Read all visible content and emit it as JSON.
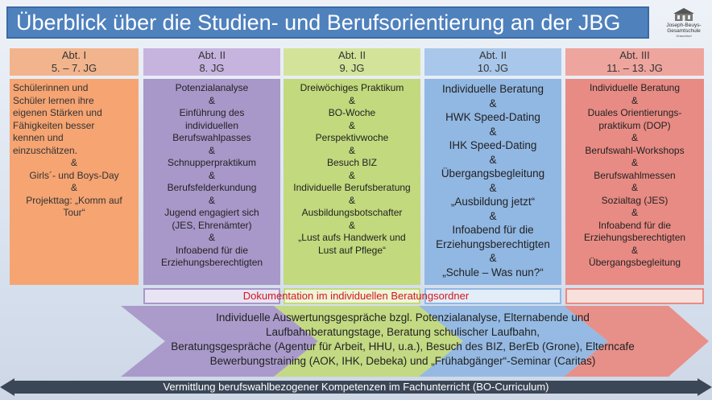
{
  "title": "Überblick über die Studien- und Berufsorientierung an der JBG",
  "logo": {
    "name_line1": "Joseph-Beuys-",
    "name_line2": "Gesamtschule",
    "sub": "Düsseldorf",
    "icon": "school-building-icon"
  },
  "columns": [
    {
      "head_line1": "Abt. I",
      "head_line2": "5. – 7. JG",
      "color": "#f5a472",
      "lines": [
        "Schülerinnen und",
        "Schüler lernen ihre",
        "eigenen Stärken und",
        "Fähigkeiten besser",
        "kennen und",
        "einzuschätzen.",
        "&",
        "Girls´- und Boys-Day",
        "&",
        "Projekttag: „Komm auf",
        "Tour“"
      ]
    },
    {
      "head_line1": "Abt. II",
      "head_line2": "8. JG",
      "color": "#a897c9",
      "lines": [
        "Potenzialanalyse",
        "&",
        "Einführung des",
        "individuellen",
        "Berufswahlpasses",
        "&",
        "Schnupperpraktikum",
        "&",
        "Berufsfelderkundung",
        "&",
        "Jugend engagiert sich",
        "(JES, Ehrenämter)",
        "&",
        "Infoabend für die",
        "Erziehungsberechtigten"
      ]
    },
    {
      "head_line1": "Abt. II",
      "head_line2": "9. JG",
      "color": "#c2d97d",
      "lines": [
        "Dreiwöchiges Praktikum",
        "&",
        "BO-Woche",
        "&",
        "Perspektivwoche",
        "&",
        "Besuch BIZ",
        "&",
        "Individuelle Berufsberatung",
        "&",
        "Ausbildungsbotschafter",
        "&",
        "„Lust aufs Handwerk und",
        "Lust auf Pflege“"
      ]
    },
    {
      "head_line1": "Abt. II",
      "head_line2": "10. JG",
      "color": "#91b7e3",
      "lines": [
        "Individuelle Beratung",
        "&",
        "HWK Speed-Dating",
        "&",
        "IHK Speed-Dating",
        "&",
        "Übergangsbegleitung",
        "&",
        "„Ausbildung jetzt“",
        "&",
        "Infoabend für die",
        "Erziehungsberechtigten",
        "&",
        "„Schule – Was nun?“"
      ]
    },
    {
      "head_line1": "Abt. III",
      "head_line2": "11. – 13. JG",
      "color": "#e88b84",
      "lines": [
        "Individuelle Beratung",
        "&",
        "Duales Orientierungs-",
        "praktikum (DOP)",
        "&",
        "Berufswahl-Workshops",
        "&",
        "Berufswahlmessen",
        "&",
        "Sozialtag (JES)",
        "&",
        "Infoabend für die",
        "Erziehungsberechtigten",
        "&",
        "Übergangsbegleitung"
      ]
    }
  ],
  "documentation_label": "Dokumentation im individuellen Beratungsordner",
  "documentation_color": "#d4171d",
  "counseling_lines": [
    "Individuelle Auswertungsgespräche bzgl. Potenzialanalyse, Elternabende und",
    "Laufbahnberatungstage, Beratung schulischer Laufbahn,",
    "Beratungsgespräche (Agentur für Arbeit, HHU, u.a.),  Besuch des BIZ, BerEb (Grone), Elterncafe",
    "Bewerbungstraining (AOK, IHK, Debeka) und „Frühabgänger“-Seminar (Caritas)"
  ],
  "curriculum_arrow": "Vermittlung berufswahlbezogener Kompetenzen im Fachunterricht (BO-Curriculum)",
  "arrow_color": "#3b4657"
}
